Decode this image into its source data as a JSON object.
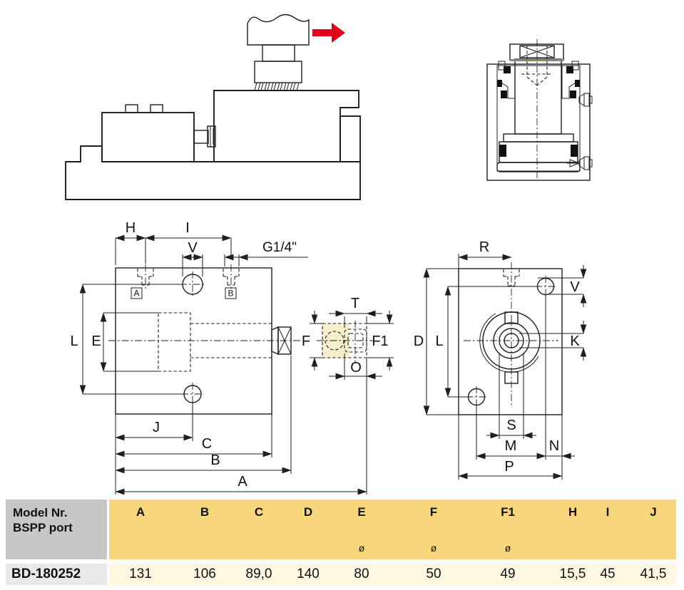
{
  "colors": {
    "machine_yellow": "#FFCC05",
    "workpiece_blue": "#B5D8E9",
    "machine_gray": "#C5C6C8",
    "arrow_red": "#E2001A",
    "drawing_cream": "#F7EFCB",
    "section_cream": "#F6ECC0",
    "table_gold": "#F8D77C",
    "table_gray": "#C7C7C7",
    "table_row_gray": "#E9E9E9",
    "table_row_cream": "#FFF7E1"
  },
  "front_view": {
    "labels": {
      "h": "H",
      "i": "I",
      "v": "V",
      "thread": "G1/4\"",
      "port_a": "A",
      "port_b": "B",
      "l": "L",
      "e": "E",
      "j": "J",
      "c": "C",
      "b": "B",
      "a": "A"
    }
  },
  "rod_end_view": {
    "labels": {
      "t": "T",
      "f": "F",
      "f1": "F1",
      "o": "O"
    }
  },
  "side_view": {
    "labels": {
      "r": "R",
      "v": "V",
      "d": "D",
      "l": "L",
      "k": "K",
      "s": "S",
      "m": "M",
      "n": "N",
      "p": "P"
    }
  },
  "table": {
    "model_header_line1": "Model Nr.",
    "model_header_line2": "BSPP port",
    "columns": [
      "A",
      "B",
      "C",
      "D",
      "E",
      "F",
      "F1",
      "H",
      "I",
      "J"
    ],
    "diameter_symbol": "ø",
    "row": {
      "model": "BD-180252",
      "values": [
        "131",
        "106",
        "89,0",
        "140",
        "80",
        "50",
        "49",
        "15,5",
        "45",
        "41,5"
      ]
    }
  }
}
